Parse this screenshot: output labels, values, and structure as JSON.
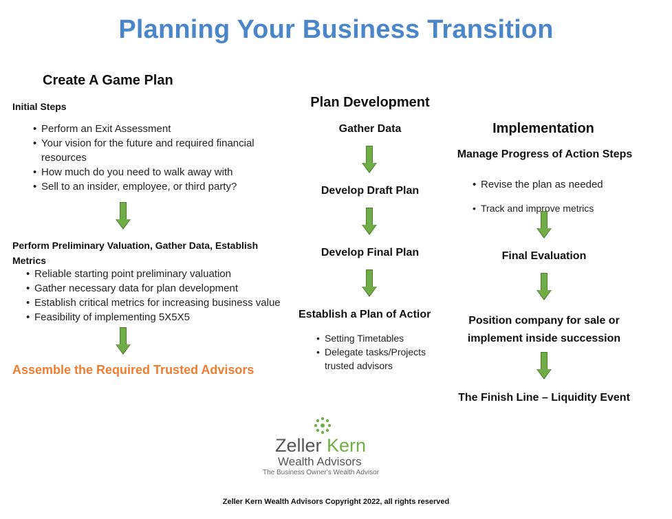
{
  "title": "Planning Your Business Transition",
  "left": {
    "heading": "Create A Game Plan",
    "initial_steps_label": "Initial Steps",
    "initial_steps": [
      "Perform an Exit Assessment",
      "Your vision for the future and required financial resources",
      "How much do you need to walk away with",
      "Sell to an insider, employee, or third party?"
    ],
    "prelim_label": "Perform Preliminary Valuation, Gather Data, Establish Metrics",
    "prelim_items": [
      "Reliable starting point preliminary valuation",
      "Gather necessary data for plan development",
      "Establish critical metrics for increasing business value",
      "Feasibility of implementing 5X5X5"
    ],
    "advisors": "Assemble the Required Trusted Advisors"
  },
  "middle": {
    "heading": "Plan Development",
    "steps": [
      "Gather Data",
      "Develop Draft Plan",
      "Develop Final Plan",
      "Establish a Plan of Actior"
    ],
    "action_items": [
      "Setting Timetables",
      "Delegate tasks/Projects trusted advisors"
    ]
  },
  "right": {
    "heading": "Implementation",
    "manage_label": "Manage Progress of Action Steps",
    "manage_items": [
      "Revise the plan as needed",
      "Track and improve metrics"
    ],
    "final_eval": "Final Evaluation",
    "position": "Position company for sale or implement inside succession",
    "finish": "The Finish Line – Liquidity Event"
  },
  "logo": {
    "name_first": "Zeller",
    "name_second": "Kern",
    "subtitle": "Wealth Advisors",
    "tagline": "The Business Owner's Wealth Advisor"
  },
  "footer": "Zeller Kern Wealth Advisors Copyright 2022, all rights reserved",
  "colors": {
    "title": "#4a86c8",
    "arrow": "#70ad47",
    "accent": "#ed7d31"
  }
}
